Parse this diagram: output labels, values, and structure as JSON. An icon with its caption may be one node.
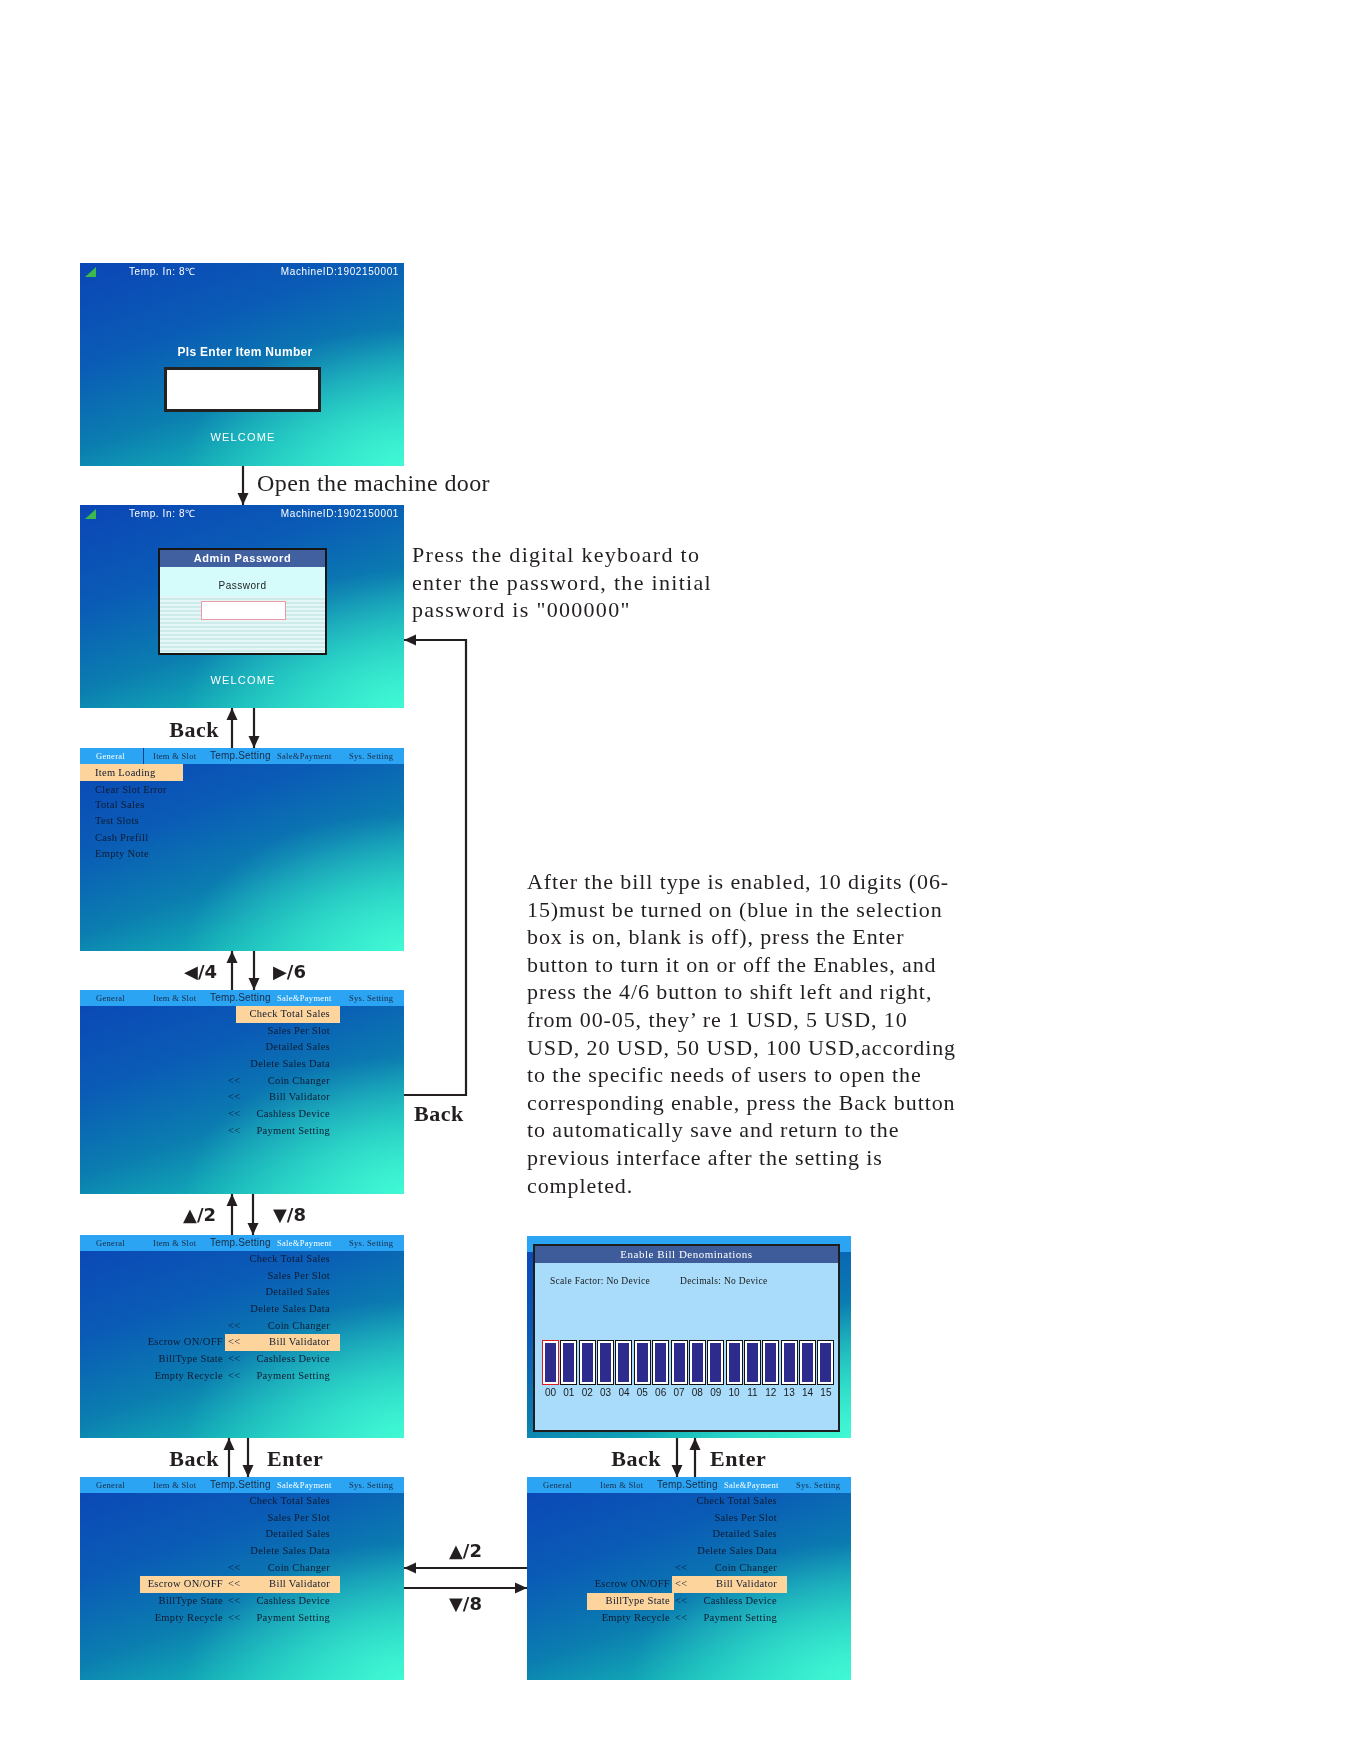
{
  "diagram": {
    "nodes": [
      {
        "text": [
          "Temp. In: 8℃",
          "MachineID:1902150001",
          "Pls Enter Item Number",
          "WELCOME"
        ]
      },
      {
        "text": [
          "Temp. In: 8℃",
          "MachineID:1902150001",
          "WELCOME"
        ],
        "beside": [
          "Press the digital keyboard to enter the password, the initial password is \"000000\""
        ]
      },
      {
        "text": [
          "Admin Password",
          "Password"
        ],
        "in": 1
      },
      {
        "text": [
          "General",
          "Item & Slot",
          "Temp.Setting",
          "Sale&Payment",
          "Sys. Setting",
          "Item Loading",
          "Clear Slot Error",
          "Total Sales",
          "Test Slots",
          "Cash Prefill",
          "Empty Note"
        ]
      },
      {
        "text": [
          "General",
          "Item & Slot",
          "Temp.Setting",
          "Sale&Payment",
          "Sys. Setting",
          "Check Total Sales",
          "Sales Per Slot",
          "Detailed Sales",
          "Delete Sales Data",
          "<<",
          "Coin Changer",
          "<<",
          "Bill Validator",
          "<<",
          "Cashless Device",
          "<<",
          "Payment Setting"
        ]
      },
      {
        "text": [
          "General",
          "Item & Slot",
          "Temp.Setting",
          "Sale&Payment",
          "Sys. Setting",
          "Check Total Sales",
          "Sales Per Slot",
          "Detailed Sales",
          "Delete Sales Data",
          "<<",
          "Coin Changer",
          "Escrow ON/OFF",
          "<<",
          "Bill Validator",
          "BillType State",
          "<<",
          "Cashless Device",
          "Empty Recycle",
          "<<",
          "Payment Setting"
        ]
      },
      {
        "text": [],
        "shape": "box"
      },
      {
        "text": [
          "Enable Bill Denominations",
          "Scale Factor: No Device",
          "Decimals: No Device",
          "00",
          "01",
          "02",
          "03",
          "04",
          "05",
          "06",
          "07",
          "08",
          "09",
          "10",
          "11",
          "12",
          "13",
          "14",
          "15"
        ],
        "in": 6
      },
      {
        "text": [
          "General",
          "Item & Slot",
          "Temp.Setting",
          "Sale&Payment",
          "Sys. Setting",
          "Check Total Sales",
          "Sales Per Slot",
          "Detailed Sales",
          "Delete Sales Data",
          "<<",
          "Coin Changer",
          "Escrow ON/OFF",
          "<<",
          "Bill Validator",
          "BillType State",
          "<<",
          "Cashless Device",
          "Empty Recycle",
          "<<",
          "Payment Setting"
        ]
      },
      {
        "text": [
          "General",
          "Item & Slot",
          "Temp.Setting",
          "Sale&Payment",
          "Sys. Setting",
          "Check Total Sales",
          "Sales Per Slot",
          "Detailed Sales",
          "Delete Sales Data",
          "<<",
          "Coin Changer",
          "Escrow ON/OFF",
          "<<",
          "Bill Validator",
          "BillType State",
          "<<",
          "Cashless Device",
          "Empty Recycle",
          "<<",
          "Payment Setting"
        ]
      }
    ],
    "edges": [
      {
        "from": 0,
        "to": 1,
        "arrow": "to",
        "label": "Open the machine door"
      },
      {
        "from": 3,
        "to": 1,
        "arrow": "to",
        "label": "Back"
      },
      {
        "from": 1,
        "to": 3,
        "arrow": "to"
      },
      {
        "from": 4,
        "to": 3,
        "arrow": "to",
        "label": "◀/4"
      },
      {
        "from": 3,
        "to": 4,
        "arrow": "to",
        "label": "▶/6"
      },
      {
        "from": 4,
        "to": 1,
        "arrow": "to",
        "label": "Back"
      },
      {
        "from": 5,
        "to": 4,
        "arrow": "to",
        "label": "▲/2"
      },
      {
        "from": 4,
        "to": 5,
        "arrow": "to",
        "label": "▼/8"
      },
      {
        "from": 8,
        "to": 5,
        "arrow": "to",
        "label": "Back"
      },
      {
        "from": 5,
        "to": 8,
        "arrow": "to",
        "label": "Enter"
      },
      {
        "from": 9,
        "to": 8,
        "arrow": "to",
        "label": "▲/2"
      },
      {
        "from": 8,
        "to": 9,
        "arrow": "to",
        "label": "▼/8"
      },
      {
        "from": 6,
        "to": 9,
        "arrow": "to",
        "label": "Back"
      },
      {
        "from": 9,
        "to": 6,
        "arrow": "to",
        "label": "Enter"
      }
    ],
    "labels": [
      "After the bill type is enabled, 10 digits (06-15)must be turned on (blue in the selection box is on, blank is off), press the Enter button to turn it on or off the Enables, and press the 4/6 button to shift left and right, from 00-05, they’ re 1 USD, 5 USD, 10 USD, 20 USD, 50 USD, 100 USD,according to the specific needs of users to open the corresponding enable, press the Back button to automatically save and return to the previous interface after the setting is completed."
    ]
  }
}
